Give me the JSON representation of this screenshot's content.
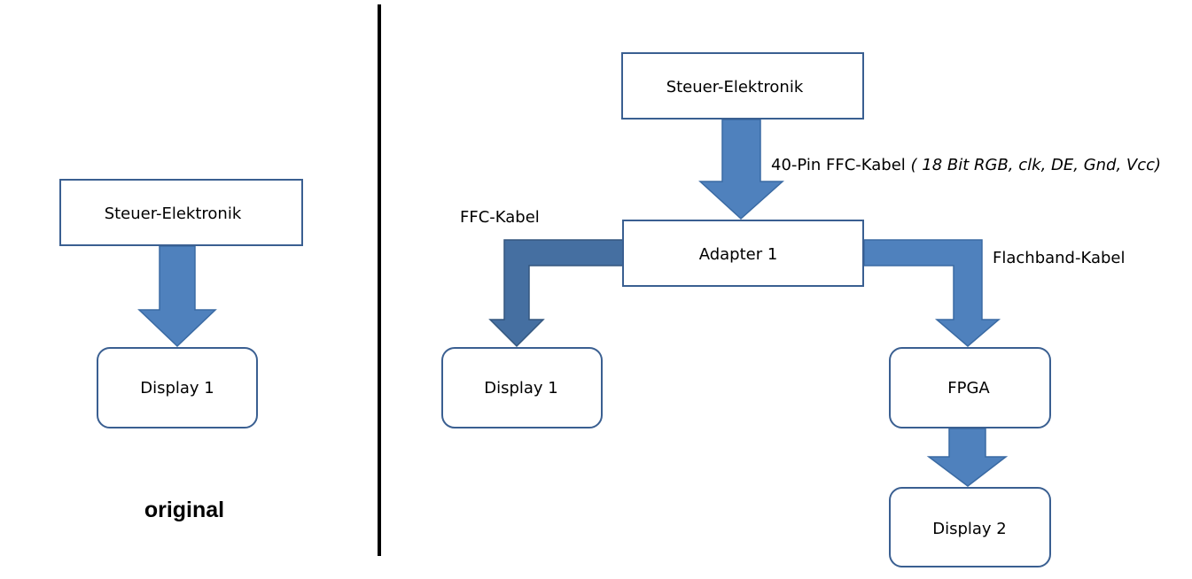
{
  "colors": {
    "arrow_fill": "#4f81bd",
    "arrow_stroke": "#3a6aa3",
    "arrow_dark_fill": "#456fa1",
    "box_border": "#3a5f91",
    "divider": "#000000"
  },
  "left": {
    "steuer_label": "Steuer-Elektronik",
    "display_label": "Display 1",
    "caption": "original"
  },
  "right": {
    "steuer_label": "Steuer-Elektronik",
    "cable_label_main": "40-Pin FFC-Kabel ",
    "cable_label_detail": "( 18 Bit RGB, clk, DE, Gnd, Vcc)",
    "adapter_label": "Adapter 1",
    "ffc_label": "FFC-Kabel",
    "flachband_label": "Flachband-Kabel",
    "display1_label": "Display 1",
    "fpga_label": "FPGA",
    "display2_label": "Display 2"
  }
}
